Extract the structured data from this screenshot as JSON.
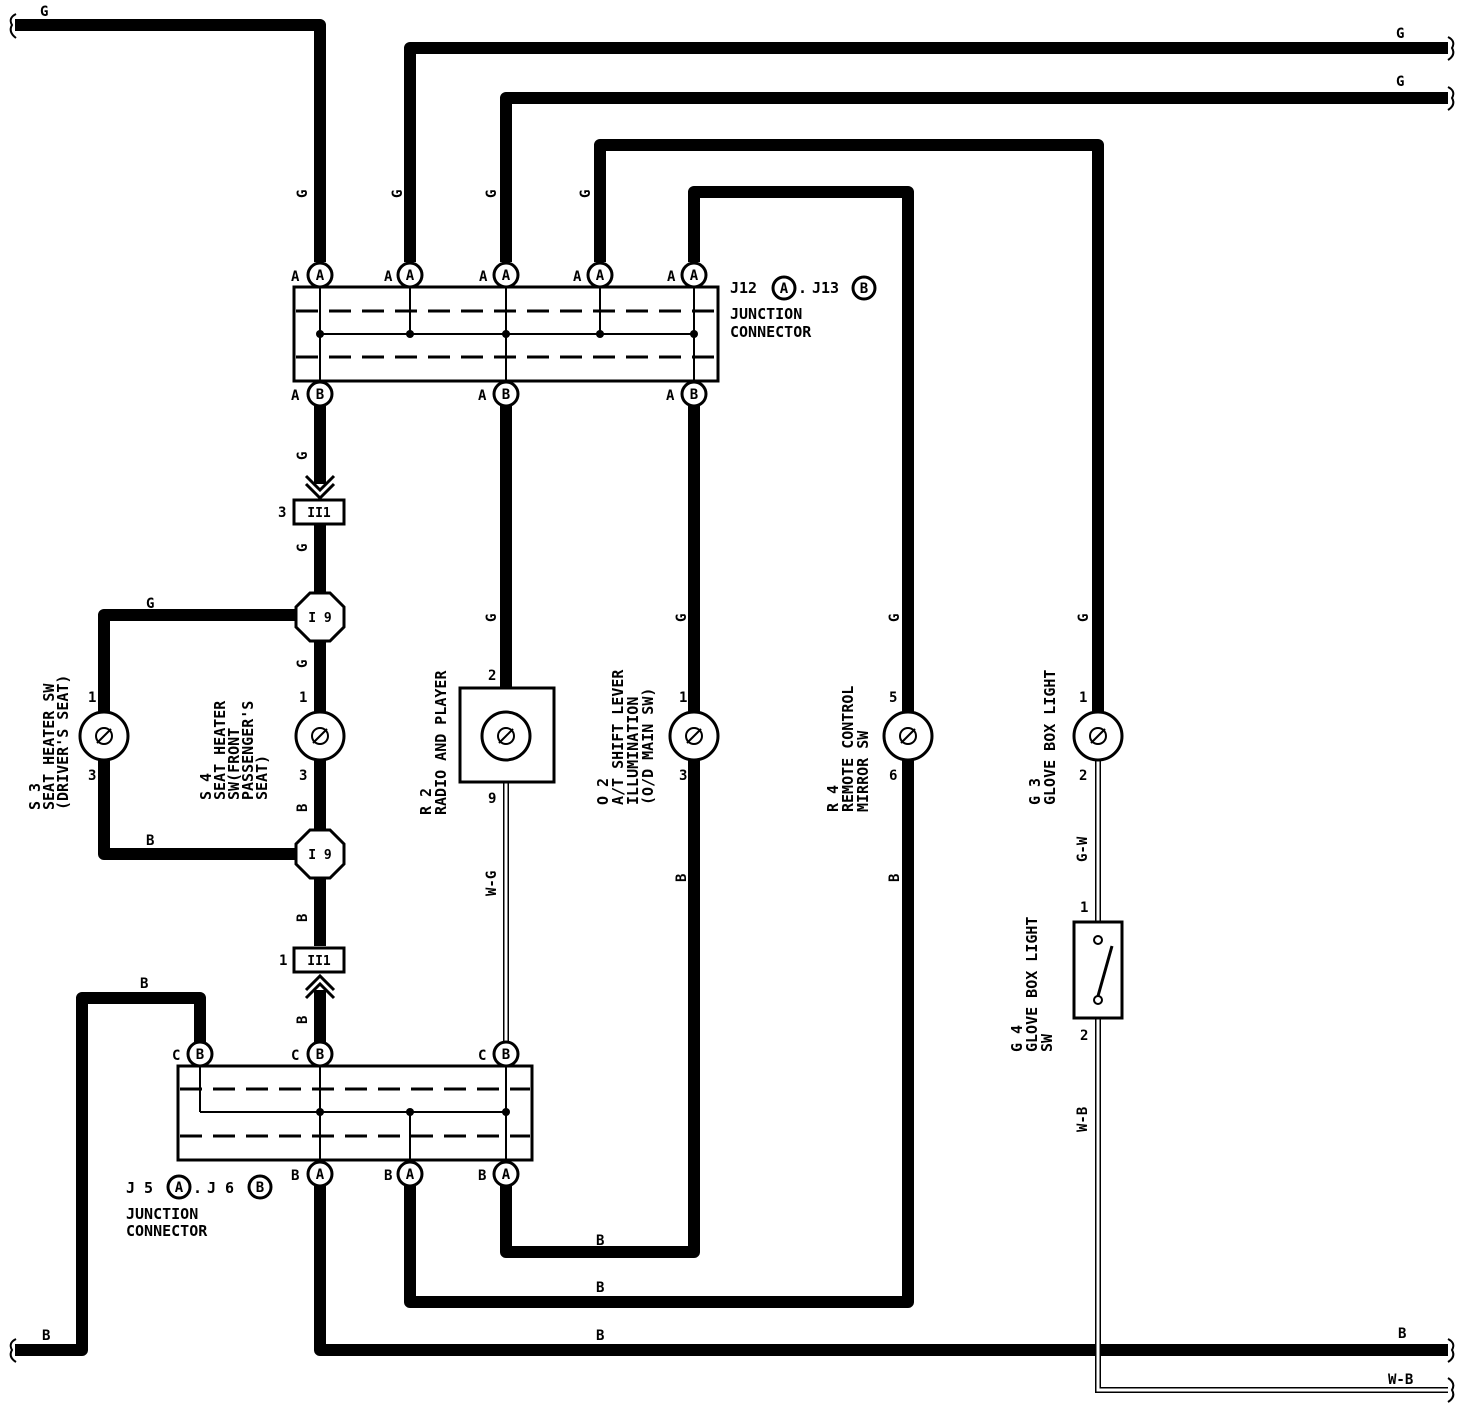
{
  "wire_colors": {
    "green": "G",
    "black": "B",
    "white_green": "W-G",
    "green_white": "G-W",
    "white_black": "W-B"
  },
  "terminal_letters": {
    "a": "A",
    "b": "B",
    "c": "C"
  },
  "junction_top": {
    "code": "J12",
    "code2": "J13",
    "separator": ".",
    "line1": "JUNCTION",
    "line2": "CONNECTOR"
  },
  "junction_bottom": {
    "code": "J 5",
    "code2": "J 6",
    "separator": ".",
    "line1": "JUNCTION",
    "line2": "CONNECTOR"
  },
  "connectors": {
    "ii1": "II1",
    "ii1_pin_top": "3",
    "ii1_pin_bottom": "1",
    "i9": "I 9"
  },
  "components": {
    "s3": {
      "code": "S 3",
      "name": "SEAT HEATER SW",
      "sub": "(DRIVER'S SEAT)",
      "pin_top": "1",
      "pin_bottom": "3"
    },
    "s4": {
      "code": "S 4",
      "name": "SEAT HEATER",
      "sub1": "SW(FRONT",
      "sub2": "PASSENGER'S",
      "sub3": "SEAT)",
      "pin_top": "1",
      "pin_bottom": "3"
    },
    "r2": {
      "code": "R 2",
      "name": "RADIO AND PLAYER",
      "pin_top": "2",
      "pin_bottom": "9"
    },
    "o2": {
      "code": "O 2",
      "name": "A/T SHIFT LEVER",
      "sub1": "ILLUMINATION",
      "sub2": "(O/D MAIN SW)",
      "pin_top": "1",
      "pin_bottom": "3"
    },
    "r4": {
      "code": "R 4",
      "name": "REMOTE CONTROL",
      "sub": "MIRROR SW",
      "pin_top": "5",
      "pin_bottom": "6"
    },
    "g3": {
      "code": "G 3",
      "name": "GLOVE BOX LIGHT",
      "pin_top": "1",
      "pin_bottom": "2"
    },
    "g4": {
      "code": "G 4",
      "name": "GLOVE BOX LIGHT",
      "sub": "SW",
      "pin_top": "1",
      "pin_bottom": "2"
    }
  },
  "bulb_symbol": "⊘"
}
